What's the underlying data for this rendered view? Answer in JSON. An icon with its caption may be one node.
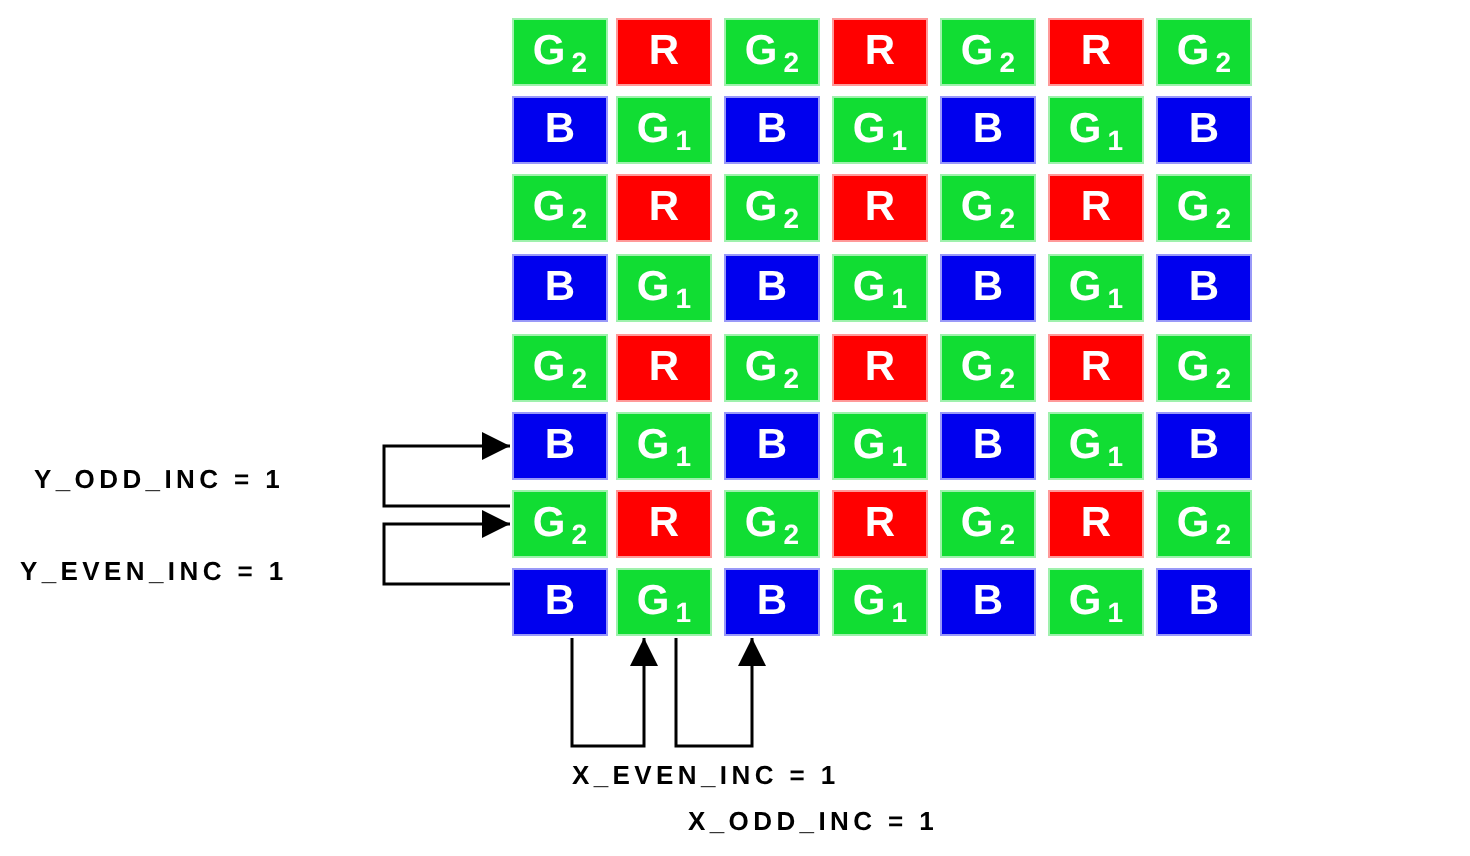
{
  "diagram": {
    "nodes": [
      {
        "text": [
          "G$_{2}$"
        ]
      },
      {
        "text": [
          "R"
        ]
      },
      {
        "text": [
          "G$_{2}$"
        ]
      },
      {
        "text": [
          "R"
        ]
      },
      {
        "text": [
          "G$_{2}$"
        ]
      },
      {
        "text": [
          "R"
        ]
      },
      {
        "text": [
          "G$_{2}$"
        ]
      },
      {
        "text": [
          "B"
        ]
      },
      {
        "text": [
          "G$_{1}$"
        ]
      },
      {
        "text": [
          "B"
        ]
      },
      {
        "text": [
          "G$_{1}$"
        ]
      },
      {
        "text": [
          "B"
        ]
      },
      {
        "text": [
          "G$_{1}$"
        ]
      },
      {
        "text": [
          "B"
        ]
      },
      {
        "text": [
          "G$_{2}$"
        ]
      },
      {
        "text": [
          "R"
        ]
      },
      {
        "text": [
          "G$_{2}$"
        ]
      },
      {
        "text": [
          "R"
        ]
      },
      {
        "text": [
          "G$_{2}$"
        ]
      },
      {
        "text": [
          "R"
        ]
      },
      {
        "text": [
          "G$_{2}$"
        ]
      },
      {
        "text": [
          "B"
        ]
      },
      {
        "text": [
          "G$_{1}$"
        ]
      },
      {
        "text": [
          "B"
        ]
      },
      {
        "text": [
          "G$_{1}$"
        ]
      },
      {
        "text": [
          "B"
        ]
      },
      {
        "text": [
          "G$_{1}$"
        ]
      },
      {
        "text": [
          "B"
        ]
      },
      {
        "text": [
          "G$_{2}$"
        ]
      },
      {
        "text": [
          "R"
        ]
      },
      {
        "text": [
          "G$_{2}$"
        ]
      },
      {
        "text": [
          "R"
        ]
      },
      {
        "text": [
          "G$_{2}$"
        ]
      },
      {
        "text": [
          "R"
        ]
      },
      {
        "text": [
          "G$_{2}$"
        ]
      },
      {
        "text": [
          "B"
        ]
      },
      {
        "text": [
          "G$_{1}$"
        ]
      },
      {
        "text": [
          "B"
        ]
      },
      {
        "text": [
          "G$_{1}$"
        ]
      },
      {
        "text": [
          "B"
        ]
      },
      {
        "text": [
          "G$_{1}$"
        ]
      },
      {
        "text": [
          "B"
        ]
      },
      {
        "text": [
          "G$_{2}$"
        ]
      },
      {
        "text": [
          "R"
        ]
      },
      {
        "text": [
          "G$_{2}$"
        ]
      },
      {
        "text": [
          "R"
        ]
      },
      {
        "text": [
          "G$_{2}$"
        ]
      },
      {
        "text": [
          "R"
        ]
      },
      {
        "text": [
          "G$_{2}$"
        ]
      },
      {
        "text": [
          "B"
        ]
      },
      {
        "text": [
          "G$_{1}$"
        ]
      },
      {
        "text": [
          "B"
        ]
      },
      {
        "text": [
          "G$_{1}$"
        ]
      },
      {
        "text": [
          "B"
        ]
      },
      {
        "text": [
          "G$_{1}$"
        ]
      },
      {
        "text": [
          "B"
        ]
      }
    ],
    "edges": [
      {
        "from": 42,
        "to": 35,
        "arrow": "to"
      },
      {
        "from": 49,
        "to": 42,
        "arrow": "to"
      },
      {
        "from": 49,
        "to": 50,
        "arrow": "to"
      },
      {
        "from": 50,
        "to": 51,
        "arrow": "to"
      }
    ],
    "labels": [
      "Y_ODD_INC = 1",
      "Y_EVEN_INC = 1",
      "X_EVEN_INC = 1",
      "X_ODD_INC = 1"
    ]
  }
}
